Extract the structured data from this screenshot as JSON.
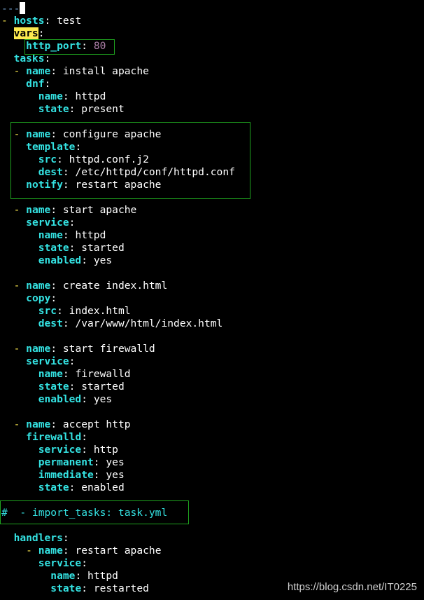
{
  "document": {
    "start_marker": "---",
    "hosts_key": "hosts",
    "hosts_value": "test",
    "vars_key": "vars",
    "http_port_key": "http_port",
    "http_port_value": "80",
    "tasks_key": "tasks",
    "tasks": [
      {
        "name": "install apache",
        "module": "dnf",
        "params": [
          {
            "key": "name",
            "value": "httpd"
          },
          {
            "key": "state",
            "value": "present"
          }
        ]
      },
      {
        "name": "configure apache",
        "module": "template",
        "params": [
          {
            "key": "src",
            "value": "httpd.conf.j2"
          },
          {
            "key": "dest",
            "value": "/etc/httpd/conf/httpd.conf"
          }
        ],
        "notify_key": "notify",
        "notify_value": "restart apache"
      },
      {
        "name": "start apache",
        "module": "service",
        "params": [
          {
            "key": "name",
            "value": "httpd"
          },
          {
            "key": "state",
            "value": "started"
          },
          {
            "key": "enabled",
            "value": "yes"
          }
        ]
      },
      {
        "name": "create index.html",
        "module": "copy",
        "params": [
          {
            "key": "src",
            "value": "index.html"
          },
          {
            "key": "dest",
            "value": "/var/www/html/index.html"
          }
        ]
      },
      {
        "name": "start firewalld",
        "module": "service",
        "params": [
          {
            "key": "name",
            "value": "firewalld"
          },
          {
            "key": "state",
            "value": "started"
          },
          {
            "key": "enabled",
            "value": "yes"
          }
        ]
      },
      {
        "name": "accept http",
        "module": "firewalld",
        "params": [
          {
            "key": "service",
            "value": "http"
          },
          {
            "key": "permanent",
            "value": "yes"
          },
          {
            "key": "immediate",
            "value": "yes"
          },
          {
            "key": "state",
            "value": "enabled"
          }
        ]
      }
    ],
    "comment_line": "#  - import_tasks: task.yml",
    "handlers_key": "handlers",
    "handler": {
      "name": "restart apache",
      "module": "service",
      "params": [
        {
          "key": "name",
          "value": "httpd"
        },
        {
          "key": "state",
          "value": "restarted"
        }
      ]
    }
  },
  "watermark": "https://blog.csdn.net/IT0225",
  "colors": {
    "background": "#000000",
    "key": "#34e2e2",
    "text": "#ffffff",
    "dash": "#fce94f",
    "number": "#ad7fa8",
    "highlight": "#fce94f",
    "box_border": "#1fa21f"
  }
}
